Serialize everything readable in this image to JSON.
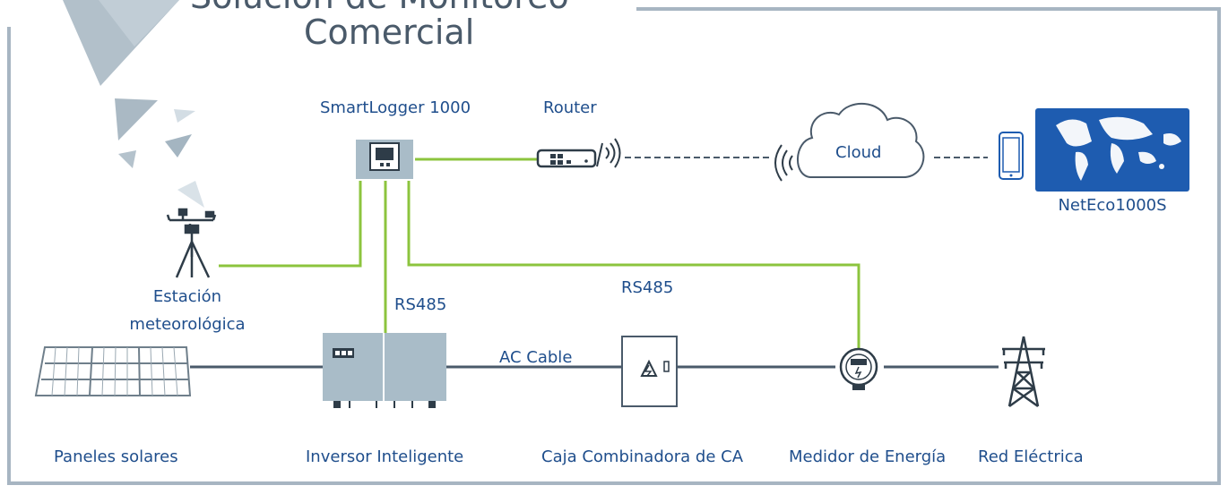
{
  "diagram": {
    "title_line1_partial": "Solución de Monitoreo",
    "title_line2": "Comercial",
    "components": {
      "logger": "SmartLogger 1000",
      "router": "Router",
      "cloud": "Cloud",
      "netEco": "NetEco1000S",
      "weatherLine1": "Estación",
      "weatherLine2": "meteorológica",
      "solar": "Paneles solares",
      "inverter": "Inversor Inteligente",
      "combiner": "Caja Combinadora de CA",
      "meter": "Medidor de Energía",
      "grid": "Red Eléctrica"
    },
    "connections": {
      "rs485Inverter": "RS485",
      "rs485Meter": "RS485",
      "acCable": "AC Cable"
    },
    "colors": {
      "comm_line": "#8cc43e",
      "power_line": "#4a5a6a",
      "frame": "#a7b5c2",
      "device_body": "#a9bcc8",
      "label": "#1f4e8c",
      "map_bg": "#1e5cb0"
    }
  }
}
